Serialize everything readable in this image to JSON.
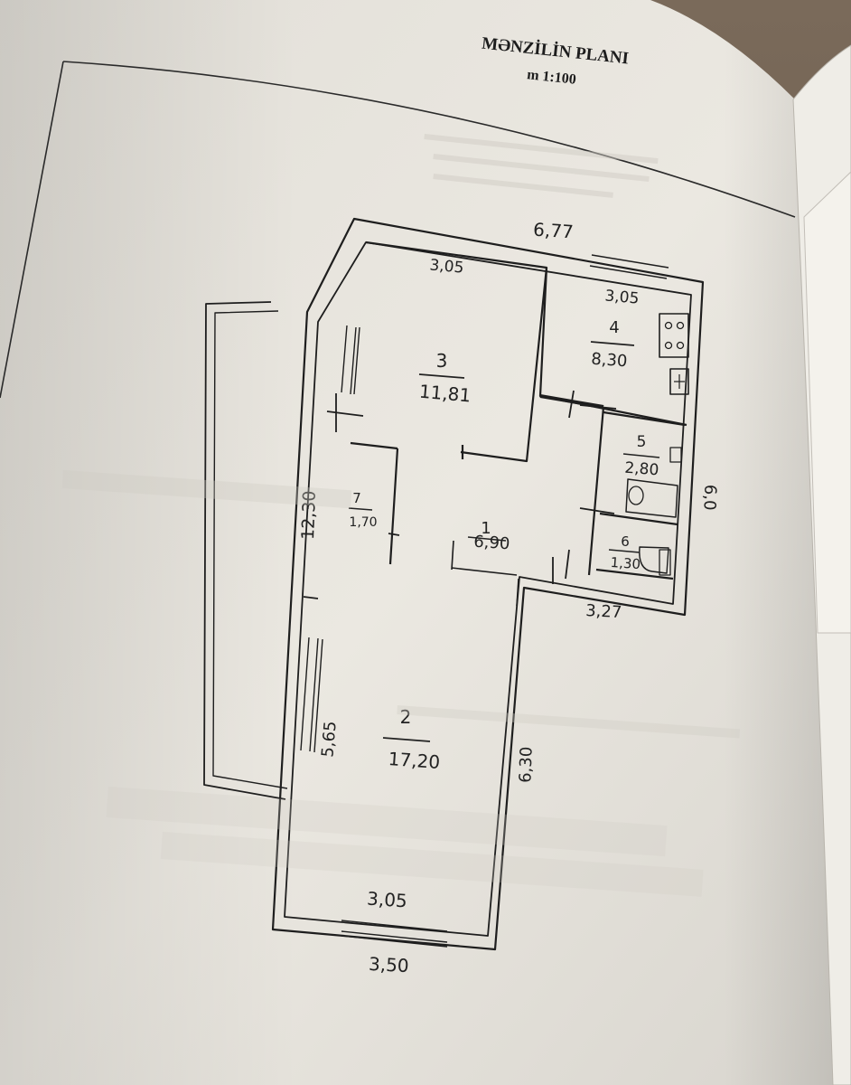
{
  "document": {
    "title": "MƏNZİLİN PLANI",
    "scale": "m 1:100"
  },
  "dimensions": {
    "top_outer": "6,77",
    "room3_top": "3,05",
    "room4_top": "3,05",
    "left_outer": "12,30",
    "right_outer": "6,0",
    "right_bottom": "3,27",
    "room2_left": "5,65",
    "room2_right": "6,30",
    "room2_bottom_inner": "3,05",
    "bottom_outer": "3,50"
  },
  "rooms": [
    {
      "number": "1",
      "area": "6,90"
    },
    {
      "number": "2",
      "area": "17,20"
    },
    {
      "number": "3",
      "area": "11,81"
    },
    {
      "number": "4",
      "area": "8,30"
    },
    {
      "number": "5",
      "area": "2,80"
    },
    {
      "number": "6",
      "area": "1,30"
    },
    {
      "number": "7",
      "area": "1,70"
    }
  ],
  "colors": {
    "paper": "#e9e6df",
    "ink": "#1e1e1e",
    "background": "#6b5a4a"
  }
}
